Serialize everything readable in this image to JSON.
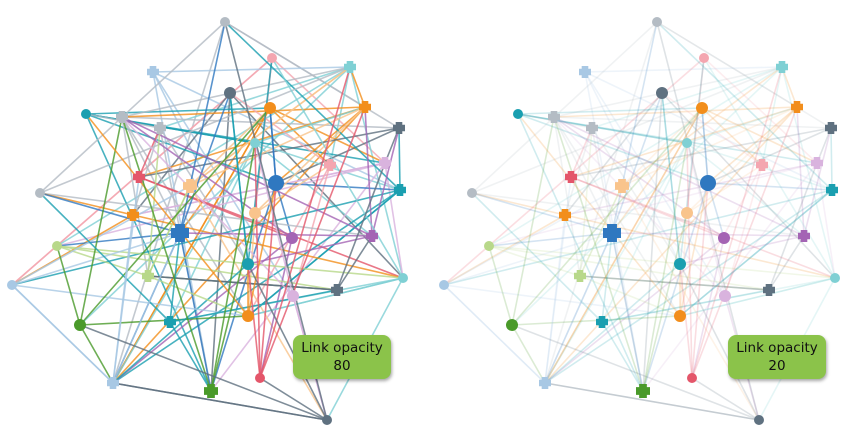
{
  "panels": [
    {
      "name": "left",
      "opacity_label": "Link opacity",
      "opacity_value": "80",
      "opacity": 0.8
    },
    {
      "name": "right",
      "opacity_label": "Link opacity",
      "opacity_value": "20",
      "opacity": 0.2
    }
  ],
  "colors": {
    "gray": "#b4bcc4",
    "pink": "#f4a6b0",
    "lteal": "#7fd0d4",
    "ltblue": "#a8c8e4",
    "dgray": "#5f7180",
    "orange": "#f28e1c",
    "teal": "#1a9fb0",
    "ltpurple": "#d9b3de",
    "red": "#e4566a",
    "ltorange": "#f9c48c",
    "blue": "#2f78c0",
    "purple": "#a464b4",
    "ltgreen": "#b8d88a",
    "green": "#4a9a2a",
    "badge": "#8bc34a"
  }
}
